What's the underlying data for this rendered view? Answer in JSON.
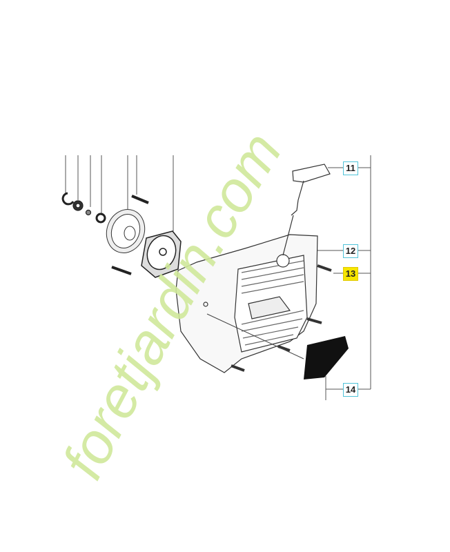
{
  "diagram": {
    "callouts": [
      {
        "number": "11",
        "highlighted": false
      },
      {
        "number": "12",
        "highlighted": false
      },
      {
        "number": "13",
        "highlighted": true
      },
      {
        "number": "14",
        "highlighted": false
      }
    ],
    "highlight_color": "#f7e600",
    "callout_border_color": "#4fc3d9"
  },
  "watermark": {
    "text": "foretjardin.com",
    "colors": {
      "green": "#cfe89a",
      "gray": "#c8c0b4"
    }
  }
}
